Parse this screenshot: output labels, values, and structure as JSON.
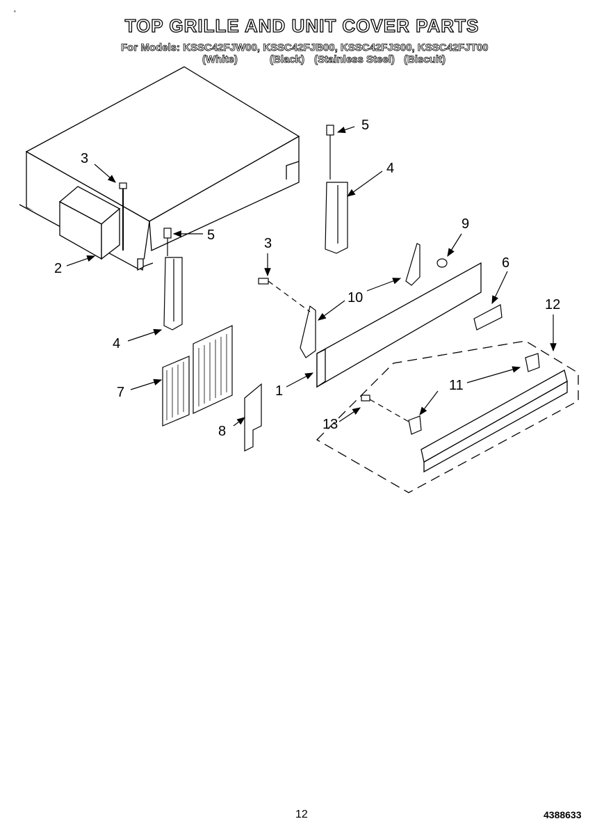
{
  "header": {
    "title": "TOP GRILLE AND UNIT COVER PARTS",
    "models_line": "For Models: KSSC42FJW00, KSSC42FJB00, KSSC42FJS00, KSSC42FJT00",
    "variants": [
      "(White)",
      "(Black)",
      "(Stainless Steel)",
      "(Biscuit)"
    ]
  },
  "callouts": [
    "1",
    "2",
    "3",
    "3",
    "4",
    "4",
    "5",
    "5",
    "6",
    "7",
    "8",
    "9",
    "10",
    "11",
    "12",
    "13"
  ],
  "footer": {
    "page_number": "12",
    "document_number": "4388633"
  }
}
